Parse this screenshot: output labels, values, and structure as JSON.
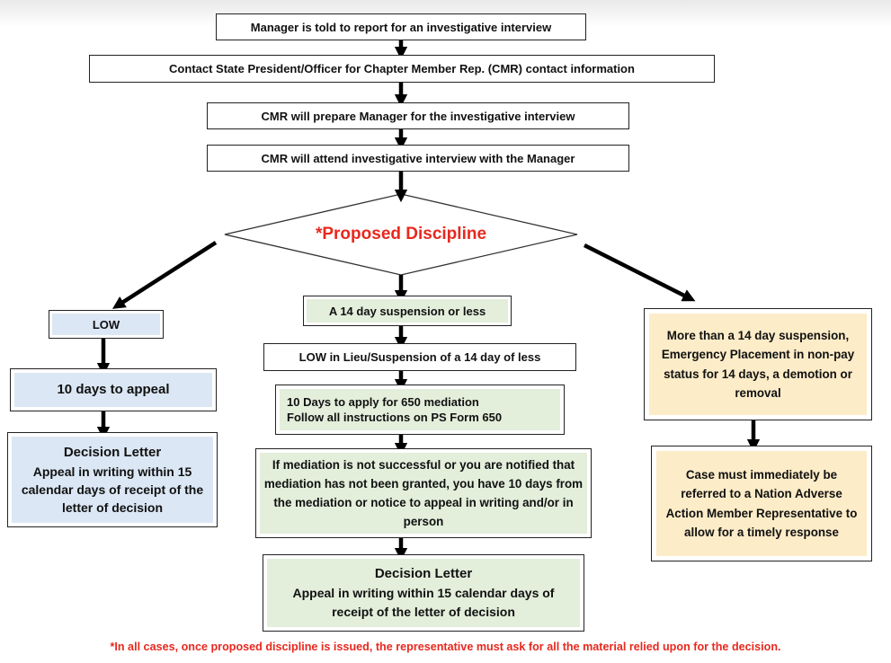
{
  "steps": {
    "s1": "Manager is told to report for an investigative interview",
    "s2": "Contact State President/Officer for Chapter Member Rep. (CMR) contact information",
    "s3": "CMR will prepare Manager for the investigative interview",
    "s4": "CMR will attend investigative interview with the Manager"
  },
  "decision": "*Proposed Discipline",
  "left": {
    "low": "LOW",
    "appeal": "10 days to appeal",
    "letter_title": "Decision Letter",
    "letter_text": "Appeal in writing within 15 calendar days of receipt of the letter of decision"
  },
  "center": {
    "suspension": "A 14 day suspension or less",
    "low_in_lieu": "LOW in Lieu/Suspension of a 14 day of less",
    "mediation_line1": "10 Days to apply for 650 mediation",
    "mediation_line2": "Follow all instructions on PS Form 650",
    "not_successful": "If mediation is not successful or you are notified that mediation has not been granted, you have 10 days from the mediation or notice to appeal in writing and/or in person",
    "letter_title": "Decision Letter",
    "letter_text": "Appeal in writing within 15 calendar days of receipt of the letter of decision"
  },
  "right": {
    "more_than": "More than a 14 day suspension, Emergency Placement in non-pay status for 14 days, a demotion or removal",
    "case_referred": "Case must immediately be referred to a Nation Adverse Action Member Representative to allow for a timely response"
  },
  "footnote": "*In all cases, once proposed discipline is issued, the representative must ask for all the material relied upon for the decision.",
  "colors": {
    "red_text": "#e8281e",
    "blue_fill": "#dbe7f4",
    "green_fill": "#e3eedb",
    "tan_fill": "#fcecc8"
  }
}
